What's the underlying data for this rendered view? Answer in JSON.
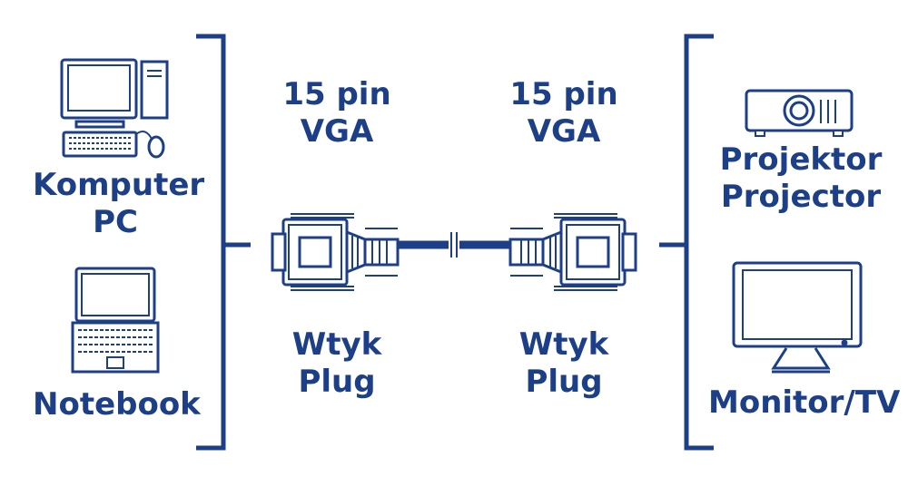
{
  "colors": {
    "primary": "#1c3f87",
    "background": "#ffffff"
  },
  "left": {
    "computer": {
      "icon": "desktop-computer-icon",
      "line1": "Komputer",
      "line2": "PC"
    },
    "notebook": {
      "icon": "laptop-icon",
      "label": "Notebook"
    }
  },
  "right": {
    "projector": {
      "icon": "projector-icon",
      "line1": "Projektor",
      "line2": "Projector"
    },
    "monitor": {
      "icon": "monitor-icon",
      "label": "Monitor/TV"
    }
  },
  "connector_left": {
    "icon": "vga-plug-icon",
    "spec1": "15 pin",
    "spec2": "VGA",
    "plug1": "Wtyk",
    "plug2": "Plug"
  },
  "connector_right": {
    "icon": "vga-plug-icon",
    "spec1": "15 pin",
    "spec2": "VGA",
    "plug1": "Wtyk",
    "plug2": "Plug"
  },
  "cable": {
    "icon": "cable-break-icon"
  }
}
